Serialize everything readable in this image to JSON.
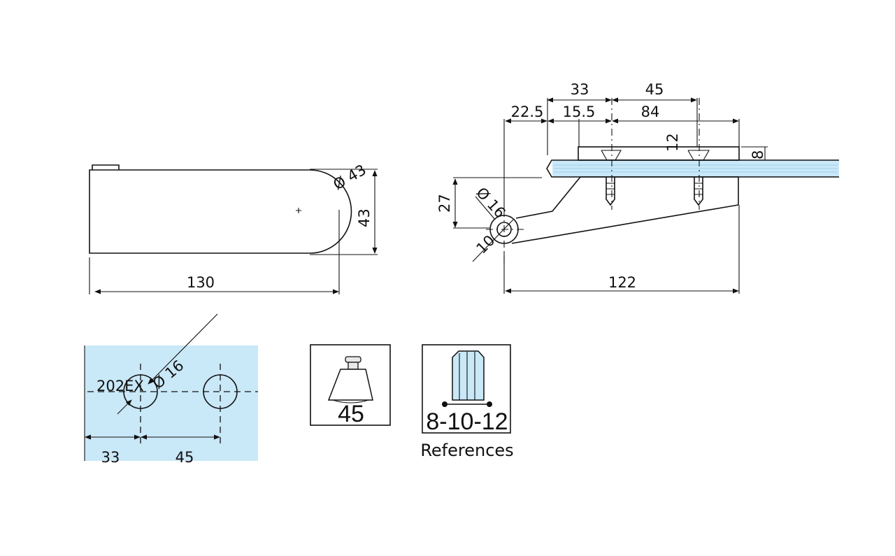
{
  "colors": {
    "line": "#111111",
    "glass": "#c9e8f8",
    "glass_line": "#9fd0ec",
    "background": "#ffffff"
  },
  "top_view": {
    "length": "130",
    "height": "43",
    "radius": "Ø 43"
  },
  "side_view": {
    "dim_33": "33",
    "dim_45": "45",
    "dim_22_5": "22.5",
    "dim_15_5": "15.5",
    "dim_84": "84",
    "dim_12": "12",
    "dim_8": "8",
    "dim_27": "27",
    "dim_16": "Ø 16",
    "dim_10": "10",
    "dim_122": "122"
  },
  "hole_view": {
    "model": "202EX",
    "diameter": "Ø 16",
    "dim_33": "33",
    "dim_45": "45"
  },
  "cutout_box": {
    "value": "45",
    "icon": "countersunk-bolt-icon"
  },
  "glass_box": {
    "value": "8-10-12",
    "icon": "glass-thickness-icon",
    "caption": "References"
  }
}
